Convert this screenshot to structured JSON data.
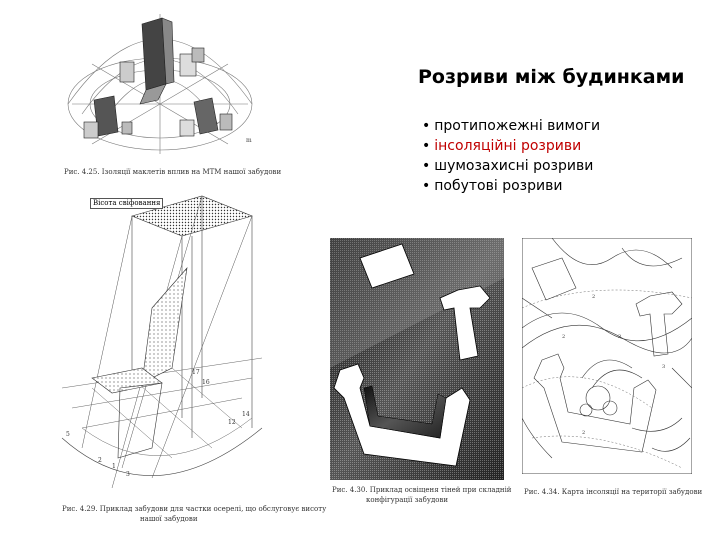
{
  "slide": {
    "title": "Розриви між будинками",
    "bullets": [
      {
        "text": "протипожежні вимоги",
        "highlight": false
      },
      {
        "text": "інсоляційні розриви",
        "highlight": true
      },
      {
        "text": "шумозахисні розриви",
        "highlight": false
      },
      {
        "text": "побутові розриви",
        "highlight": false
      }
    ],
    "bullet_symbol": "•",
    "highlight_color": "#c00000"
  },
  "figures": {
    "fig1_caption": "Рис. 4.25. Ізоляції маклетів вплив на МТМ нашої забудови",
    "fig2_label": "Вісота свіфовання",
    "fig2_caption_line1": "Рис. 4.29. Приклад забудови для частки осерелі, що обслуговує висоту",
    "fig2_caption_line2": "нашої забудови",
    "fig3_caption_line1": "Рис. 4.30. Приклад освіщеня тіней при складній",
    "fig3_caption_line2": "конфігурації забудови",
    "fig4_caption": "Рис. 4.34. Карта інсоляції на території забудови"
  }
}
